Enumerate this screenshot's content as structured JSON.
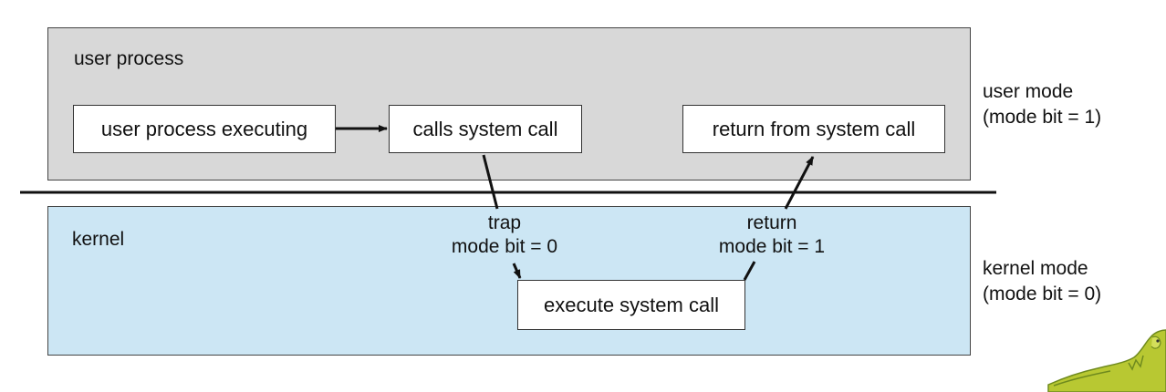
{
  "colors": {
    "user_region_fill": "#d8d8d8",
    "kernel_region_fill": "#cce6f4",
    "mascot_green": "#b8c832",
    "mascot_dark": "#6f8a1e"
  },
  "user_region": {
    "title": "user process"
  },
  "kernel_region": {
    "title": "kernel"
  },
  "boxes": {
    "user_process_executing": "user process executing",
    "calls_system_call": "calls system call",
    "return_from_system_call": "return from system call",
    "execute_system_call": "execute system call"
  },
  "transitions": {
    "trap": {
      "line1": "trap",
      "line2": "mode bit = 0"
    },
    "return": {
      "line1": "return",
      "line2": "mode bit = 1"
    }
  },
  "modes": {
    "user": {
      "line1": "user mode",
      "line2": "(mode bit = 1)"
    },
    "kernel": {
      "line1": "kernel mode",
      "line2": "(mode bit = 0)"
    }
  },
  "mascot": {
    "icon": "dinosaur-icon"
  }
}
